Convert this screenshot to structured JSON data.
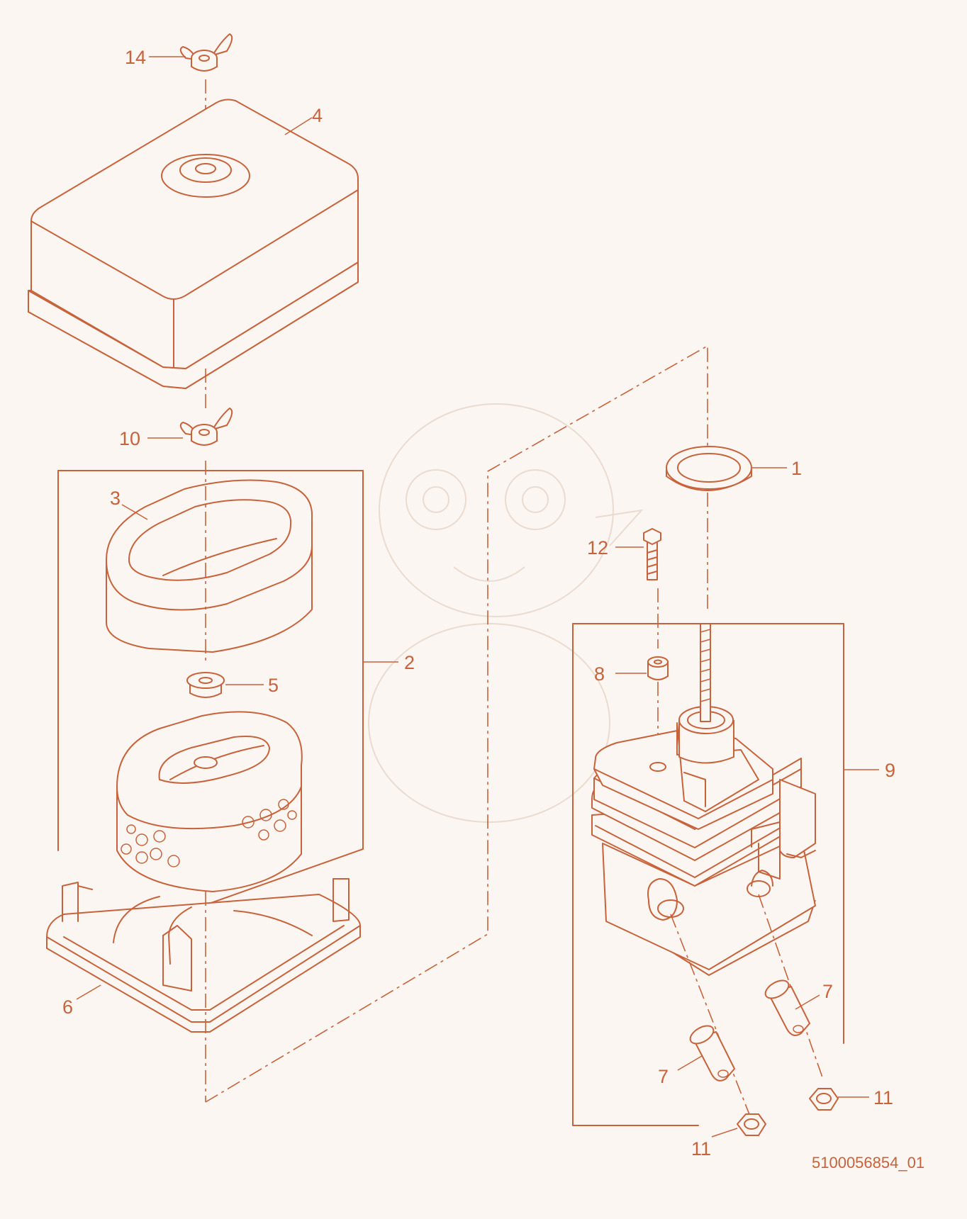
{
  "diagram": {
    "callouts": {
      "c1": "1",
      "c2": "2",
      "c3": "3",
      "c4": "4",
      "c5": "5",
      "c6": "6",
      "c7a": "7",
      "c7b": "7",
      "c8": "8",
      "c9": "9",
      "c10": "10",
      "c11a": "11",
      "c11b": "11",
      "c12": "12",
      "c14": "14"
    },
    "document_number": "5100056854_01",
    "line_color": "#c8623a",
    "background_color": "#fbf6f1"
  }
}
